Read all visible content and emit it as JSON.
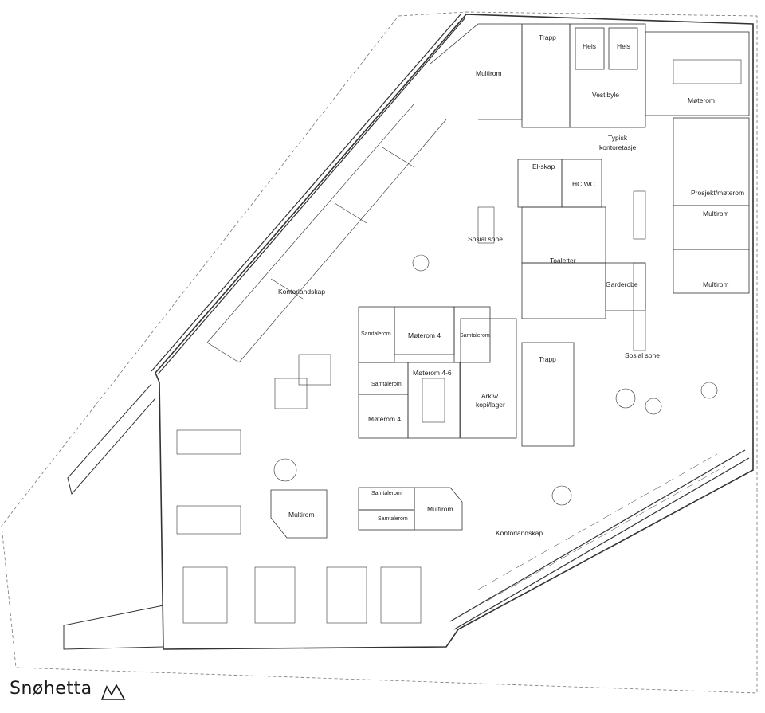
{
  "brand": {
    "name": "Snøhetta",
    "logo_icon": "mountain-logo-icon"
  },
  "rooms": {
    "trapp_top": "Trapp",
    "heis_1": "Heis",
    "heis_2": "Heis",
    "vestibyle": "Vestibyle",
    "moterom_top": "Møterom",
    "multirom_top": "Multirom",
    "typisk_1": "Typisk",
    "typisk_2": "kontoretasje",
    "el_skap": "El-skap",
    "hc_wc": "HC WC",
    "prosjekt": "Prosjekt/møterom",
    "multirom_right1": "Multirom",
    "sosial_sone_1": "Sosial sone",
    "toaletter": "Toaletter",
    "multirom_right2": "Multirom",
    "garderobe": "Garderobe",
    "kontorlandskap_1": "Kontorlandskap",
    "samtalerom_1": "Samtalerom",
    "moterom_4a": "Møterom 4",
    "samtalerom_2": "Samtalerom",
    "sosial_sone_2": "Sosial sone",
    "trapp_mid": "Trapp",
    "samtalerom_3": "Samtalerom",
    "moterom_46": "Møterom 4-6",
    "arkiv_1": "Arkiv/",
    "arkiv_2": "kopi/lager",
    "moterom_4b": "Møterom 4",
    "samtalerom_4": "Samtalerom",
    "multirom_low1": "Multirom",
    "samtalerom_5": "Samtalerom",
    "multirom_low2": "Multirom",
    "kontorlandskap_2": "Kontorlandskap"
  }
}
